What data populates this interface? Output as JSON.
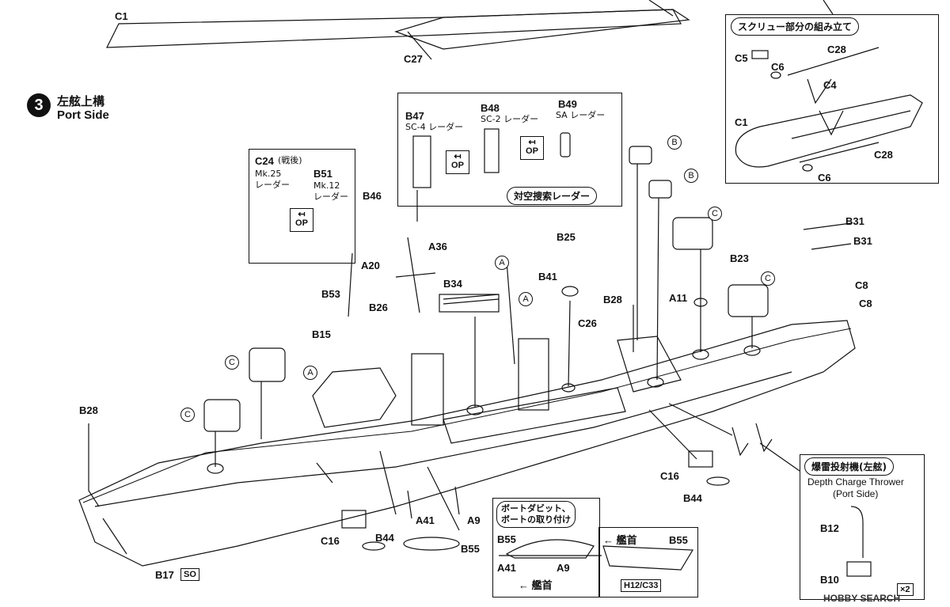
{
  "step": {
    "number": "3",
    "title_jp": "左舷上構",
    "title_en": "Port Side"
  },
  "top_labels": {
    "c1_top": "C1",
    "c27": "C27"
  },
  "screw_box": {
    "title": "スクリュー部分の組み立て",
    "labels": [
      "C5",
      "C6",
      "C28",
      "C4",
      "C1",
      "C28",
      "C6"
    ]
  },
  "radar_box": {
    "b47": "B47",
    "b47_desc": "SC-4 レーダー",
    "b48": "B48",
    "b48_desc": "SC-2 レーダー",
    "b49": "B49",
    "b49_desc": "SA レーダー",
    "caption": "対空捜索レーダー"
  },
  "postwar_box": {
    "c24": "C24",
    "c24_note": "(戦後)",
    "c24_desc1": "Mk.25",
    "c24_desc2": "レーダー",
    "b51": "B51",
    "b51_desc1": "Mk.12",
    "b51_desc2": "レーダー"
  },
  "op_symbol": "OP",
  "part_labels": {
    "b46": "B46",
    "a20": "A20",
    "a36": "A36",
    "b53": "B53",
    "b26": "B26",
    "b15": "B15",
    "b34": "B34",
    "b25": "B25",
    "b41": "B41",
    "b28_mid": "B28",
    "c26": "C26",
    "a11": "A11",
    "b23": "B23",
    "b31_a": "B31",
    "b31_b": "B31",
    "c8_a": "C8",
    "c8_b": "C8",
    "b28_left": "B28",
    "c16_right": "C16",
    "b44_right": "B44",
    "c16_left": "C16",
    "b44_left": "B44",
    "a41": "A41",
    "a9": "A9",
    "b55": "B55",
    "b17": "B17",
    "so_tag": "SO"
  },
  "circled_refs": {
    "b1": "B",
    "b2": "B",
    "c_gun1": "C",
    "c_gun2": "C",
    "a1": "A",
    "a2": "A",
    "a3": "A",
    "c_fwd1": "C",
    "c_fwd2": "C"
  },
  "boat_box": {
    "title_line1": "ボートダビット、",
    "title_line2": "ボートの取り付け",
    "b55": "B55",
    "a41": "A41",
    "a9": "A9",
    "bow": "艦首"
  },
  "hull_detail": {
    "bow": "艦首",
    "b55": "B55",
    "tag": "H12/C33"
  },
  "depth_box": {
    "title": "爆雷投射機(左舷)",
    "en1": "Depth Charge Thrower",
    "en2": "(Port Side)",
    "b12": "B12",
    "b10": "B10",
    "qty": "×2"
  },
  "watermark": "HOBBY SEARCH"
}
